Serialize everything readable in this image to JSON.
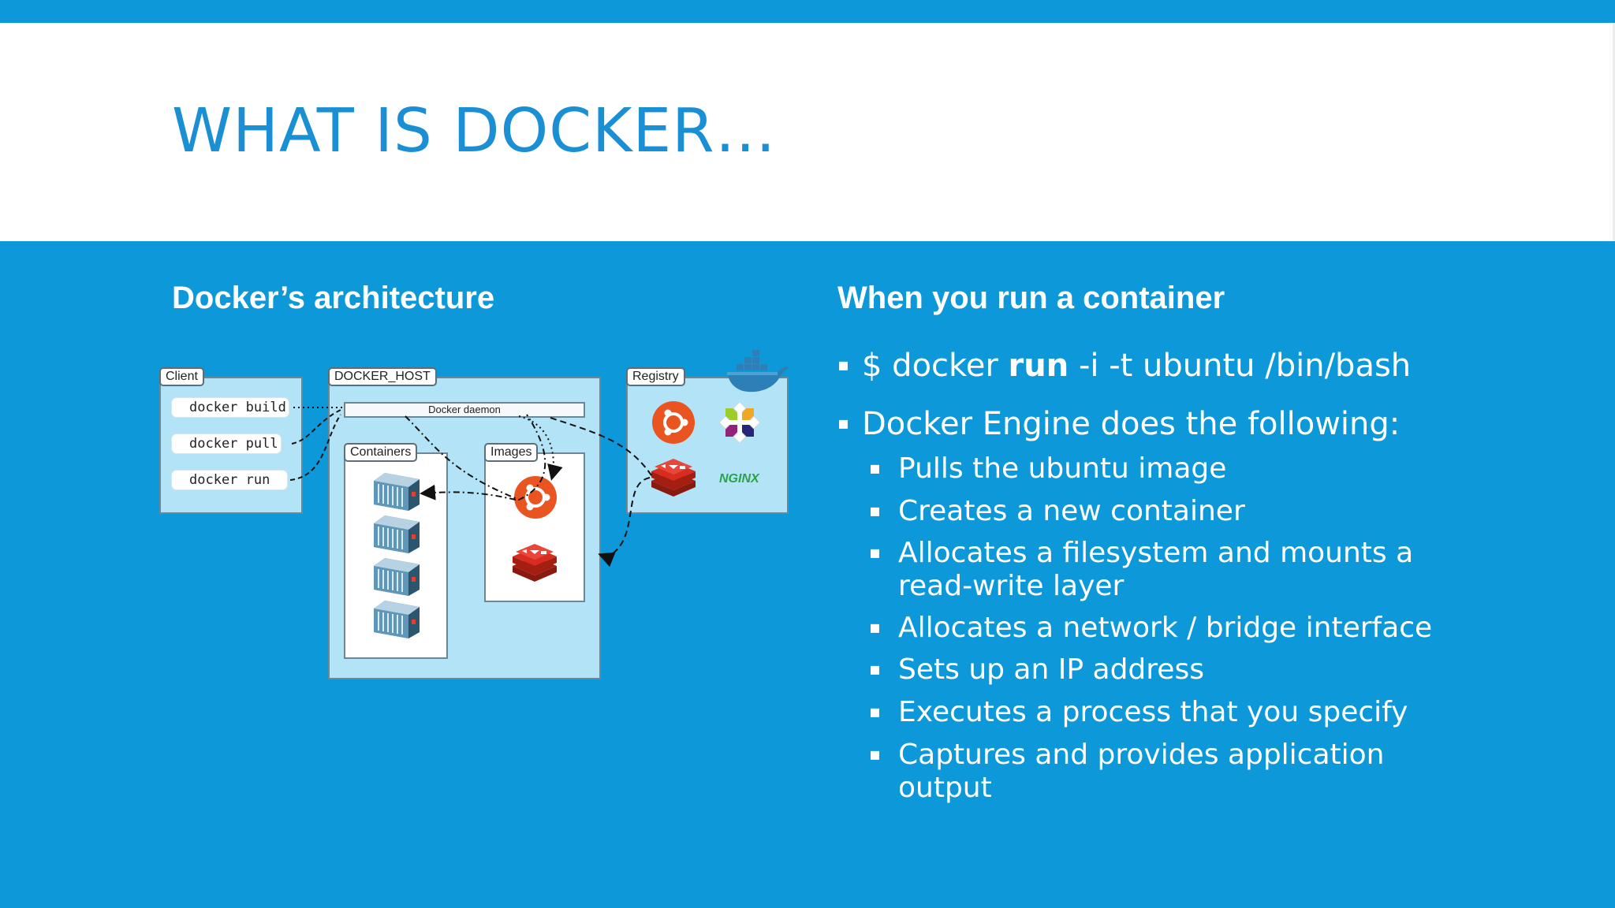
{
  "slide": {
    "title": "WHAT IS DOCKER…",
    "left_heading": "Docker’s architecture",
    "right_heading": "When you run a container"
  },
  "diagram": {
    "client_label": "Client",
    "commands": [
      "docker build",
      "docker pull",
      "docker run"
    ],
    "host_label": "DOCKER_HOST",
    "daemon_label": "Docker daemon",
    "containers_label": "Containers",
    "images_label": "Images",
    "registry_label": "Registry",
    "registry_images": [
      "ubuntu-logo",
      "centos-logo",
      "redis-logo",
      "nginx-logo"
    ],
    "nginx_text": "NGINX",
    "icons": [
      "docker-whale-icon",
      "container-icon",
      "ubuntu-icon",
      "redis-icon"
    ]
  },
  "command": {
    "prompt": "$",
    "prefix": "docker",
    "keyword": "run",
    "args": "-i -t ubuntu /bin/bash"
  },
  "engine_heading": "Docker Engine does the following:",
  "steps": [
    "Pulls the ubuntu image",
    "Creates a new container",
    "Allocates a filesystem and mounts a",
    "read-write layer",
    "Allocates a network / bridge interface",
    "Sets up an IP address",
    "Executes a process that you specify",
    "Captures and provides application",
    "output"
  ],
  "colors": {
    "background": "#0d98da",
    "title": "#1a8fd3",
    "panel": "#b3e3f6",
    "ubuntu": "#e95420",
    "redis": "#d82c20",
    "nginx": "#2aa24a"
  }
}
